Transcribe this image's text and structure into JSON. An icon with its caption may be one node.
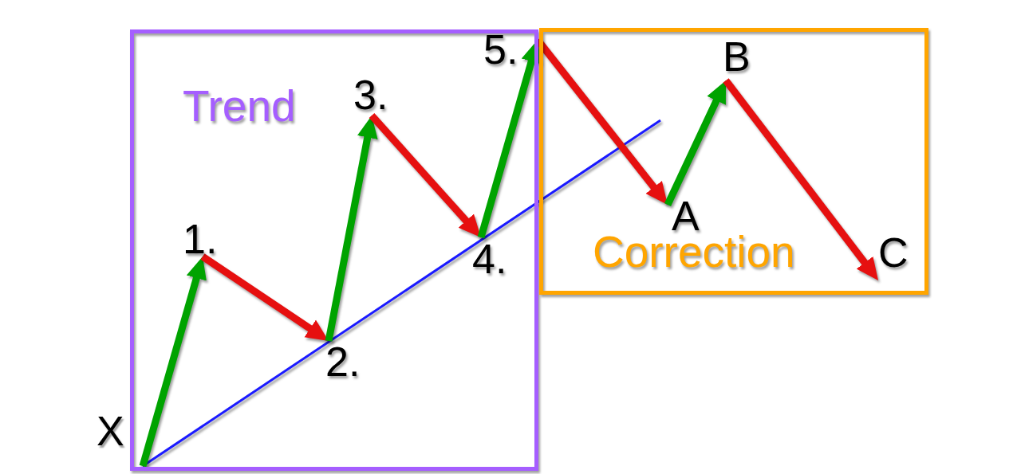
{
  "diagram": {
    "nodes": [
      {
        "text": [
          "Trend"
        ]
      },
      {
        "text": [
          "X"
        ]
      },
      {
        "text": [
          "1."
        ],
        "in": 0
      },
      {
        "text": [
          "2."
        ],
        "in": 0
      },
      {
        "text": [
          "3."
        ],
        "in": 0
      },
      {
        "text": [
          "4."
        ],
        "in": 0
      },
      {
        "text": [
          "5."
        ],
        "in": 0
      },
      {
        "text": [
          "Correction"
        ]
      },
      {
        "text": [
          "A"
        ],
        "in": 7
      },
      {
        "text": [
          "B"
        ],
        "in": 7
      },
      {
        "text": [
          "C"
        ],
        "in": 7
      }
    ],
    "edges": [
      {
        "from": 1,
        "to": 2,
        "arrow": "to",
        "color": "#00a300"
      },
      {
        "from": 2,
        "to": 3,
        "arrow": "to",
        "color": "#e61010"
      },
      {
        "from": 3,
        "to": 4,
        "arrow": "to",
        "color": "#00a300"
      },
      {
        "from": 4,
        "to": 5,
        "arrow": "to",
        "color": "#e61010"
      },
      {
        "from": 5,
        "to": 6,
        "arrow": "to",
        "color": "#00a300"
      },
      {
        "from": 6,
        "to": 8,
        "arrow": "to",
        "color": "#e61010"
      },
      {
        "from": 8,
        "to": 9,
        "arrow": "to",
        "color": "#00a300"
      },
      {
        "from": 9,
        "to": 10,
        "arrow": "to",
        "color": "#e61010"
      },
      {
        "from": 1,
        "to": null,
        "arrow": "none",
        "color": "#1a1aff"
      }
    ]
  }
}
